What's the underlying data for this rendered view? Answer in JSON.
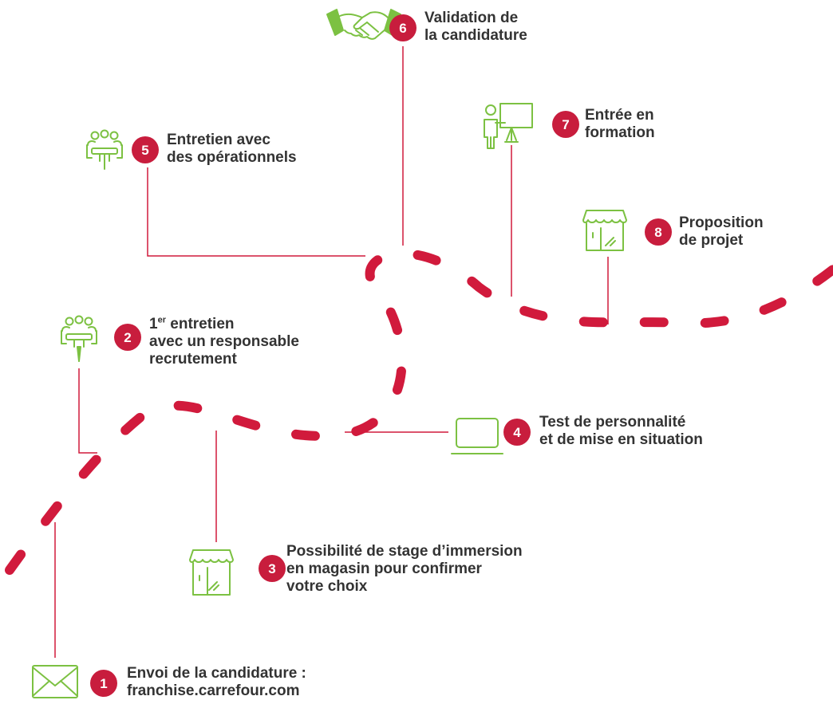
{
  "colors": {
    "path": "#d11a3c",
    "connector": "#d11a3c",
    "badge": "#c81d3d",
    "icon": "#7cc142",
    "text": "#333333"
  },
  "steps": [
    {
      "number": "1",
      "icon": "envelope-icon",
      "lines": [
        "Envoi de la candidature :",
        "franchise.carrefour.com"
      ]
    },
    {
      "number": "2",
      "icon": "meeting-icon",
      "sup": "er",
      "lines": [
        "1",
        "entretien",
        "avec un responsable",
        "recrutement"
      ]
    },
    {
      "number": "3",
      "icon": "storefront-icon",
      "lines": [
        "Possibilité de stage d’immersion",
        "en magasin pour confirmer",
        "votre choix"
      ]
    },
    {
      "number": "4",
      "icon": "laptop-icon",
      "lines": [
        "Test de personnalité",
        "et de mise en situation"
      ]
    },
    {
      "number": "5",
      "icon": "meeting-icon",
      "lines": [
        "Entretien avec",
        "des opérationnels"
      ]
    },
    {
      "number": "6",
      "icon": "handshake-icon",
      "lines": [
        "Validation de",
        "la candidature"
      ]
    },
    {
      "number": "7",
      "icon": "presentation-icon",
      "lines": [
        "Entrée en",
        "formation"
      ]
    },
    {
      "number": "8",
      "icon": "storefront-icon",
      "lines": [
        "Proposition",
        "de projet"
      ]
    }
  ]
}
